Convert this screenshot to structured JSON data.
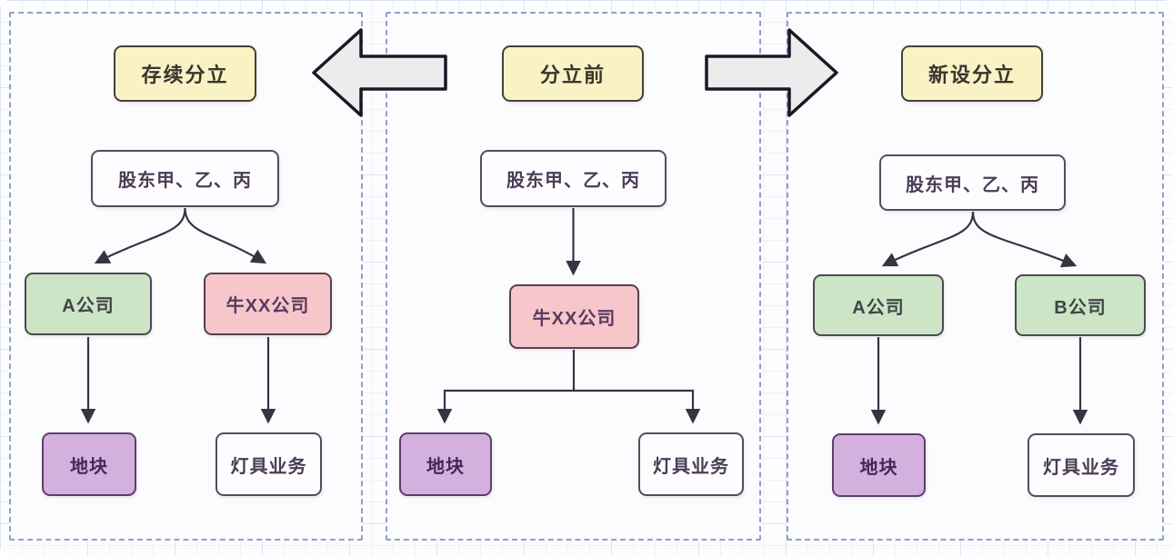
{
  "diagram": {
    "panels": [
      {
        "title": "存续分立",
        "nodes": {
          "shareholders": "股东甲、乙、丙",
          "company_left": "A公司",
          "company_right": "牛XX公司",
          "asset_left": "地块",
          "asset_right": "灯具业务"
        }
      },
      {
        "title": "分立前",
        "nodes": {
          "shareholders": "股东甲、乙、丙",
          "company": "牛XX公司",
          "asset_left": "地块",
          "asset_right": "灯具业务"
        }
      },
      {
        "title": "新设分立",
        "nodes": {
          "shareholders": "股东甲、乙、丙",
          "company_left": "A公司",
          "company_right": "B公司",
          "asset_left": "地块",
          "asset_right": "灯具业务"
        }
      }
    ],
    "colors": {
      "title_fill": "#f9f2c5",
      "node_white_fill": "#fdfdff",
      "company_green_fill": "#cbe5c6",
      "company_pink_fill": "#f7c6cb",
      "asset_purple_fill": "#d3b0de",
      "connector_stroke": "#3a3242",
      "block_arrow_fill": "#ececec",
      "block_arrow_stroke": "#1c1726",
      "panel_border": "#8e9fca"
    }
  }
}
